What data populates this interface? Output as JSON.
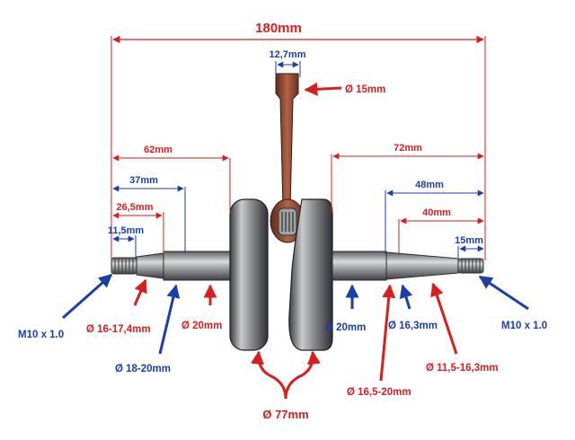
{
  "colors": {
    "dimension_red": "#d81e1e",
    "dimension_blue": "#1a3fa8",
    "metal": "#8f9194",
    "rod": "#9a4b33"
  },
  "dimensions": {
    "overall_length": "180mm",
    "rod_width": "12,7mm",
    "left_62": "62mm",
    "left_37": "37mm",
    "left_26_5": "26,5mm",
    "left_11_5": "11,5mm",
    "right_72": "72mm",
    "right_48": "48mm",
    "right_40": "40mm",
    "right_15": "15mm"
  },
  "labels": {
    "rod_small_end": "Ø 15mm",
    "left_thread": "M10 x 1.0",
    "left_taper": "Ø 16-17,4mm",
    "left_shaft": "Ø 18-20mm",
    "left_bearing": "Ø 20mm",
    "right_bearing": "Ø 20mm",
    "right_shaft": "Ø 16,3mm",
    "right_thread": "M10 x 1.0",
    "right_taper": "Ø 11,5-16,3mm",
    "right_seat": "Ø 16,5-20mm",
    "flywheel": "Ø 77mm"
  }
}
